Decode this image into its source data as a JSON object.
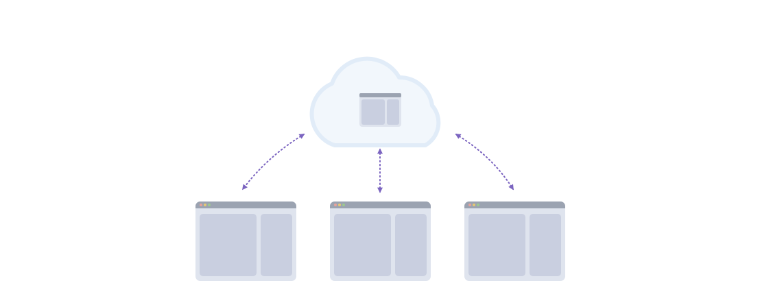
{
  "colors": {
    "background": "#ffffff",
    "cloud_fill": "#f2f7fc",
    "cloud_stroke": "#e1ecf8",
    "window_body": "#dfe4ee",
    "window_titlebar": "#9ba3b1",
    "window_pane": "#c9cfe0",
    "dot_red": "#e8a29a",
    "dot_yellow": "#e7c873",
    "dot_green": "#9cc98f",
    "connector": "#7b64c0"
  },
  "icons": {
    "cloud": "cloud-icon",
    "cloud_app": "app-window-icon",
    "client_window": "browser-window-icon",
    "connector": "bidirectional-dotted-arrow"
  },
  "clients": [
    {
      "id": "client-left"
    },
    {
      "id": "client-center"
    },
    {
      "id": "client-right"
    }
  ],
  "connectors": [
    {
      "from": "cloud",
      "to": "client-left",
      "bidirectional": true,
      "style": "dotted"
    },
    {
      "from": "cloud",
      "to": "client-center",
      "bidirectional": true,
      "style": "dotted"
    },
    {
      "from": "cloud",
      "to": "client-right",
      "bidirectional": true,
      "style": "dotted"
    }
  ]
}
